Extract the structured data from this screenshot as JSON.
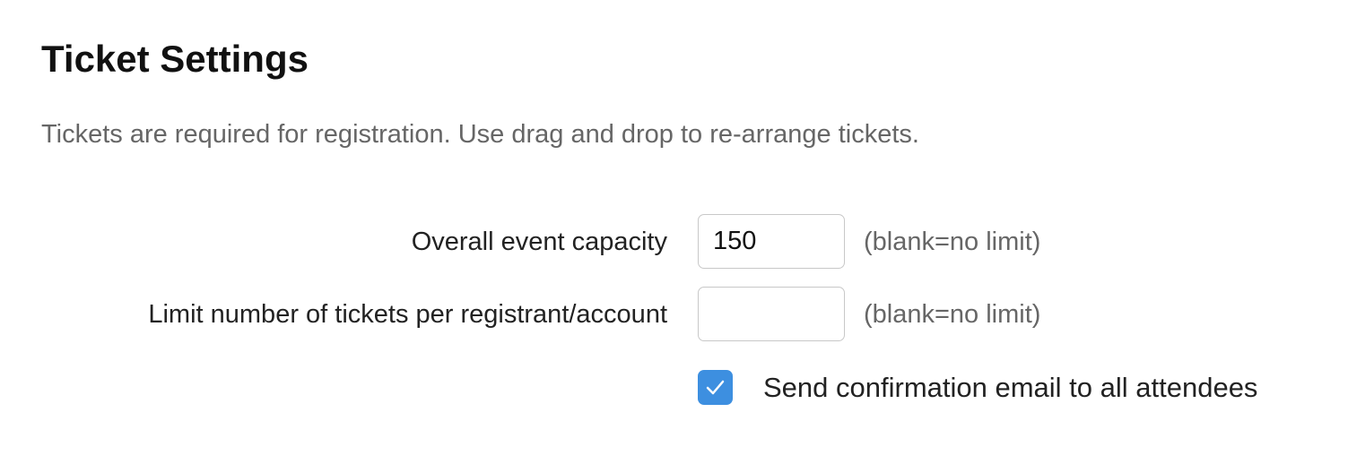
{
  "title": "Ticket Settings",
  "description": "Tickets are required for registration. Use drag and drop to re-arrange tickets.",
  "capacity": {
    "label": "Overall event capacity",
    "value": "150",
    "hint": "(blank=no limit)"
  },
  "limit": {
    "label": "Limit number of tickets per registrant/account",
    "value": "",
    "hint": "(blank=no limit)"
  },
  "confirmation": {
    "label": "Send confirmation email to all attendees",
    "checked": true,
    "color": "#3d8fe0"
  }
}
